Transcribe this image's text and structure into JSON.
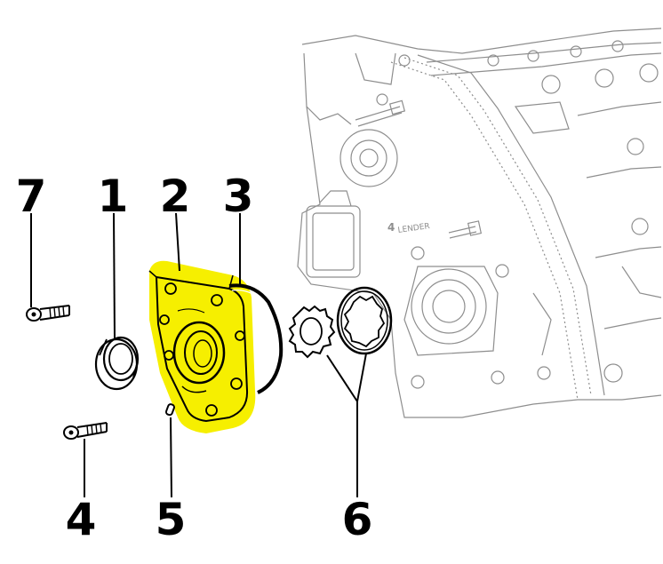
{
  "colors": {
    "highlight": "#f6ef00",
    "ink": "#000000",
    "engine_line": "#8e8e8e",
    "background": "#ffffff"
  },
  "callouts": [
    {
      "id": "7",
      "label": "7",
      "part": "screw"
    },
    {
      "id": "1",
      "label": "1",
      "part": "seal-ring"
    },
    {
      "id": "2",
      "label": "2",
      "part": "oil-pump-cover"
    },
    {
      "id": "3",
      "label": "3",
      "part": "o-ring"
    },
    {
      "id": "4",
      "label": "4",
      "part": "screw"
    },
    {
      "id": "5",
      "label": "5",
      "part": "dowel-pin"
    },
    {
      "id": "6",
      "label": "6",
      "part": "pump-rotors"
    }
  ],
  "engine_casting_text": "LENDER",
  "engine_marker": "4"
}
